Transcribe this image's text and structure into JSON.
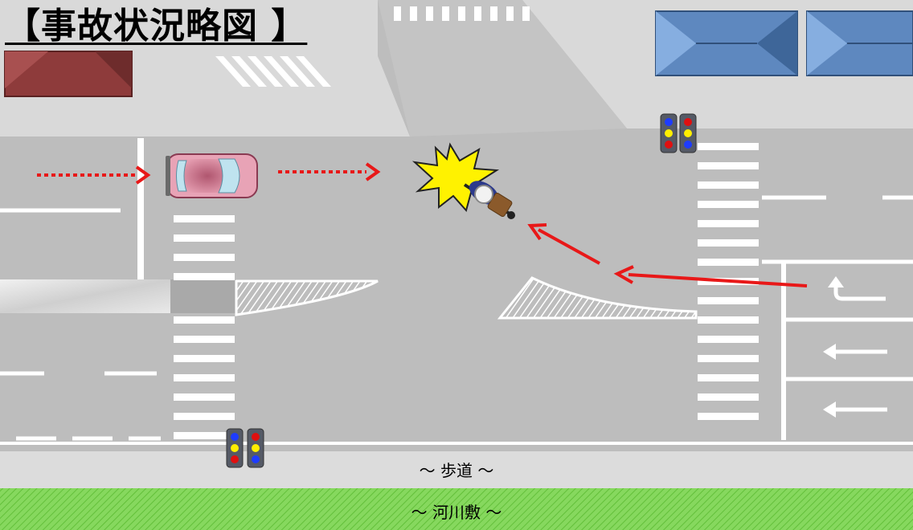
{
  "title": "【事故状況略図 】",
  "labels": {
    "sidewalk": "～ 歩道 ～",
    "riverbed": "～ 河川敷 ～"
  },
  "colors": {
    "road": "#bdbdbd",
    "sidewalk": "#dcdcdc",
    "grass": "#7ed957",
    "arrow_red": "#e81818",
    "car_body": "#e8a3b6",
    "house_blue": "#5e88bf",
    "house_red": "#8e3b3b",
    "collision": "#fff200"
  },
  "icons": {
    "car": "car-icon",
    "bicycle": "bicycle-icon",
    "collision": "collision-burst-icon",
    "traffic_light": "traffic-light-icon",
    "house": "house-roof-icon"
  }
}
